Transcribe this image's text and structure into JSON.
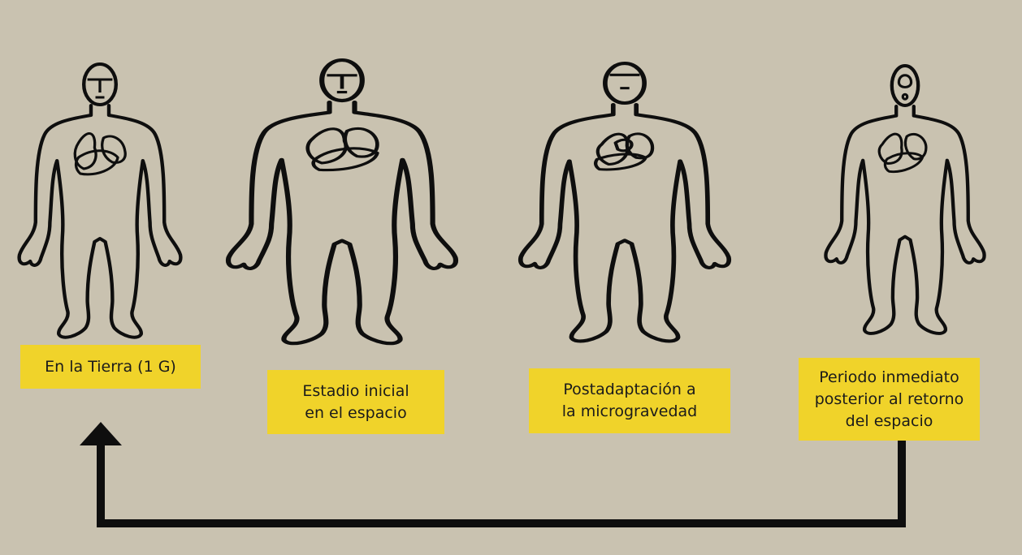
{
  "labels": {
    "earth": "En la Tierra (1 G)",
    "initial_space": "Estadio inicial\nen el espacio",
    "post_adaptation": "Postadaptación a\nla microgravedad",
    "return": "Periodo inmediato\nposterior al retorno\ndel espacio"
  },
  "colors": {
    "background": "#c9c2b0",
    "label_fill": "#f0d32a",
    "line": "#0e0e0e"
  }
}
